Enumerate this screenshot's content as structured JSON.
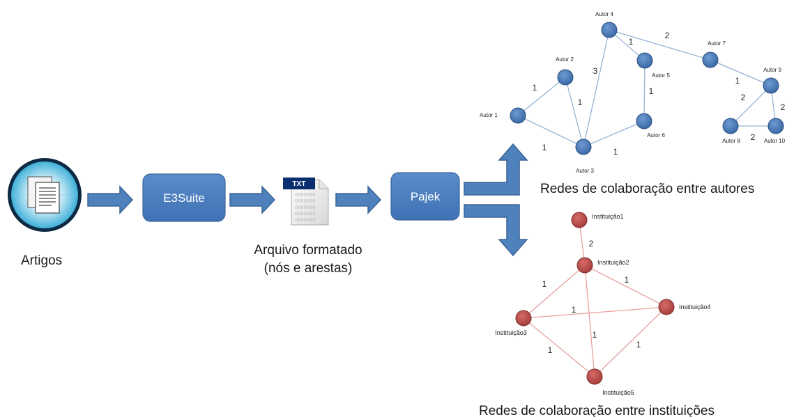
{
  "artigos_label": "Artigos",
  "e3suite_label": "E3Suite",
  "txt_badge": "TXT",
  "arquivo_line1": "Arquivo formatado",
  "arquivo_line2": "(nós e arestas)",
  "pajek_label": "Pajek",
  "autores_caption": "Redes de colaboração entre autores",
  "instituicoes_caption": "Redes de colaboração entre instituições",
  "colors": {
    "arrow": "#4f81bd",
    "arrow_stroke": "#3a6496",
    "box": "#4f81bd",
    "author_node": "#4f81bd",
    "author_edge": "#95b3d7",
    "inst_node": "#c0504d",
    "inst_edge": "#e6a09e"
  },
  "authors": {
    "nodes": [
      {
        "id": "a1",
        "label": "Autor 1"
      },
      {
        "id": "a2",
        "label": "Autor 2"
      },
      {
        "id": "a3",
        "label": "Autor 3"
      },
      {
        "id": "a4",
        "label": "Autor 4"
      },
      {
        "id": "a5",
        "label": "Autor 5"
      },
      {
        "id": "a6",
        "label": "Autor 6"
      },
      {
        "id": "a7",
        "label": "Autor 7"
      },
      {
        "id": "a8",
        "label": "Autor 8"
      },
      {
        "id": "a9",
        "label": "Autor 9"
      },
      {
        "id": "a10",
        "label": "Autor 10"
      }
    ],
    "edges": [
      {
        "from": "a1",
        "to": "a2",
        "weight": "1"
      },
      {
        "from": "a2",
        "to": "a3",
        "weight": "1"
      },
      {
        "from": "a1",
        "to": "a3",
        "weight": "1"
      },
      {
        "from": "a4",
        "to": "a3",
        "weight": "3"
      },
      {
        "from": "a3",
        "to": "a6",
        "weight": "1"
      },
      {
        "from": "a4",
        "to": "a5",
        "weight": "1"
      },
      {
        "from": "a5",
        "to": "a6",
        "weight": "1"
      },
      {
        "from": "a4",
        "to": "a7",
        "weight": "2"
      },
      {
        "from": "a7",
        "to": "a9",
        "weight": "1"
      },
      {
        "from": "a9",
        "to": "a8",
        "weight": "2"
      },
      {
        "from": "a9",
        "to": "a10",
        "weight": "2"
      },
      {
        "from": "a8",
        "to": "a10",
        "weight": "2"
      }
    ]
  },
  "institutions": {
    "nodes": [
      {
        "id": "i1",
        "label": "Instituição1"
      },
      {
        "id": "i2",
        "label": "Instituição2"
      },
      {
        "id": "i3",
        "label": "Instituição3"
      },
      {
        "id": "i4",
        "label": "Instituição4"
      },
      {
        "id": "i5",
        "label": "Instituição5"
      }
    ],
    "edges": [
      {
        "from": "i1",
        "to": "i2",
        "weight": "2"
      },
      {
        "from": "i2",
        "to": "i3",
        "weight": "1"
      },
      {
        "from": "i2",
        "to": "i4",
        "weight": "1"
      },
      {
        "from": "i3",
        "to": "i4",
        "weight": "1"
      },
      {
        "from": "i2",
        "to": "i5",
        "weight": "1"
      },
      {
        "from": "i3",
        "to": "i5",
        "weight": "1"
      },
      {
        "from": "i4",
        "to": "i5",
        "weight": "1"
      }
    ]
  }
}
